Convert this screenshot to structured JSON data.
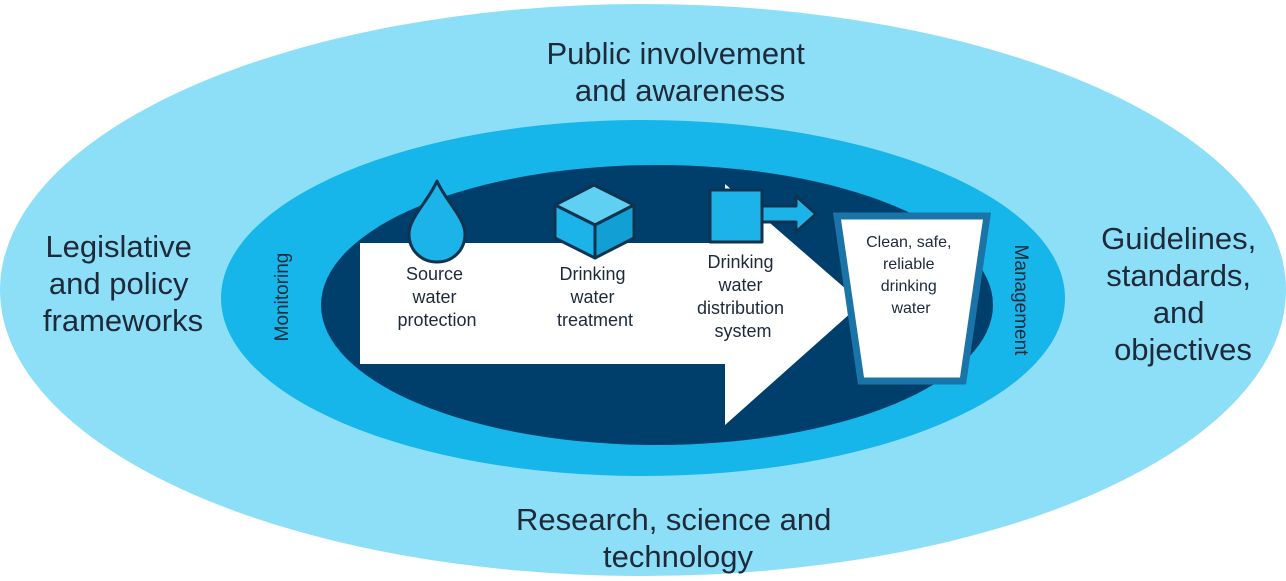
{
  "colors": {
    "outer_ring": "#8ddff7",
    "middle_ring": "#16b6ea",
    "inner_core": "#003f6b",
    "icon_fill": "#1bb3e8",
    "icon_stroke": "#11334f",
    "arrow": "#ffffff",
    "text": "#1e2a3a"
  },
  "outer": {
    "top": [
      "Public involvement",
      "and awareness"
    ],
    "bottom": [
      "Research, science and",
      "technology"
    ],
    "left": [
      "Legislative",
      "and policy",
      "frameworks"
    ],
    "right": [
      "Guidelines,",
      "standards,",
      "and",
      "objectives"
    ]
  },
  "middle": {
    "left": "Monitoring",
    "right": "Management"
  },
  "stages": [
    {
      "icon": "water-drop-icon",
      "lines": [
        "Source",
        "water",
        "protection"
      ]
    },
    {
      "icon": "cube-icon",
      "lines": [
        "Drinking",
        "water",
        "treatment"
      ]
    },
    {
      "icon": "pipe-arrow-icon",
      "lines": [
        "Drinking",
        "water",
        "distribution",
        "system"
      ]
    }
  ],
  "outcome": {
    "icon": "cup-icon",
    "lines": [
      "Clean, safe,",
      "reliable",
      "drinking",
      "water"
    ]
  }
}
